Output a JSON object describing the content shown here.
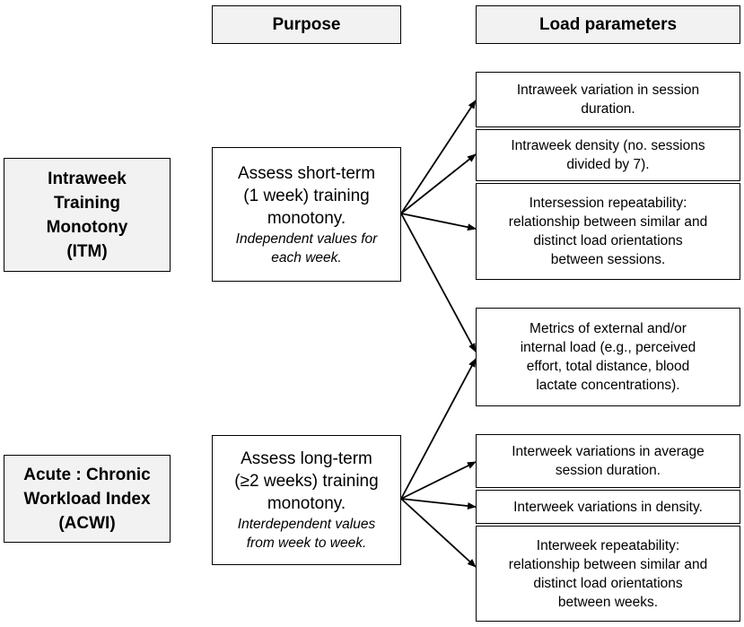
{
  "headers": {
    "purpose": "Purpose",
    "load_parameters": "Load parameters"
  },
  "indices": {
    "itm": [
      "Intraweek",
      "Training",
      "Monotony",
      "(ITM)"
    ],
    "acwi": [
      "Acute : Chronic",
      "Workload Index",
      "(ACWI)"
    ]
  },
  "purposes": {
    "itm": {
      "lines": [
        "Assess short-term",
        "(1 week) training",
        "monotony."
      ],
      "note": [
        "Independent values for",
        "each week."
      ]
    },
    "acwi": {
      "lines": [
        "Assess long-term",
        "(≥2 weeks) training",
        "monotony."
      ],
      "note": [
        "Interdependent values",
        "from week to week."
      ]
    }
  },
  "parameters": {
    "intraweek_duration": [
      "Intraweek variation in session",
      "duration."
    ],
    "intraweek_density": [
      "Intraweek density (no. sessions",
      "divided by 7)."
    ],
    "intersession_repeatability": [
      "Intersession repeatability:",
      "relationship between similar and",
      "distinct load orientations",
      "between sessions."
    ],
    "metrics": [
      "Metrics of external and/or",
      "internal load (e.g., perceived",
      "effort, total distance, blood",
      "lactate concentrations)."
    ],
    "interweek_duration": [
      "Interweek variations in average",
      "session duration."
    ],
    "interweek_density": [
      "Interweek variations in density."
    ],
    "interweek_repeatability": [
      "Interweek repeatability:",
      "relationship between similar and",
      "distinct load orientations",
      "between weeks."
    ]
  }
}
